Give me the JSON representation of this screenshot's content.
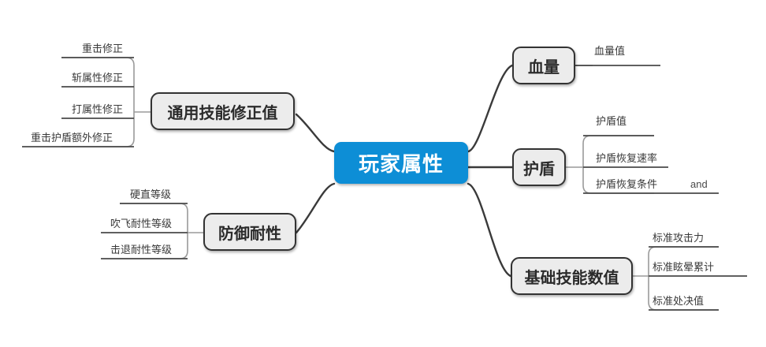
{
  "diagram": {
    "type": "mindmap",
    "title": "玩家属性",
    "colors": {
      "root_fill": "#0d8ed6",
      "root_text": "#ffffff",
      "branch_fill": "#ececec",
      "branch_border": "#333333",
      "edge": "#3a3a3a",
      "background": "#ffffff"
    },
    "root": {
      "label": "玩家属性"
    },
    "branches": [
      {
        "id": "general-skill-modifier",
        "label": "通用技能修正值",
        "side": "left",
        "leaves": [
          {
            "label": "重击修正"
          },
          {
            "label": "斩属性修正"
          },
          {
            "label": "打属性修正"
          },
          {
            "label": "重击护盾额外修正"
          }
        ]
      },
      {
        "id": "defense-resistance",
        "label": "防御耐性",
        "side": "left",
        "leaves": [
          {
            "label": "硬直等级"
          },
          {
            "label": "吹飞耐性等级"
          },
          {
            "label": "击退耐性等级"
          }
        ]
      },
      {
        "id": "health",
        "label": "血量",
        "side": "right",
        "leaves": [
          {
            "label": "血量值"
          }
        ]
      },
      {
        "id": "shield",
        "label": "护盾",
        "side": "right",
        "leaves": [
          {
            "label": "护盾值"
          },
          {
            "label": "护盾恢复速率"
          },
          {
            "label": "护盾恢复条件"
          }
        ]
      },
      {
        "id": "basic-skill-values",
        "label": "基础技能数值",
        "side": "right",
        "leaves": [
          {
            "label": "标准攻击力"
          },
          {
            "label": "标准眩晕累计"
          },
          {
            "label": "标准处决值"
          }
        ]
      }
    ],
    "annotations": [
      {
        "id": "and-note",
        "label": "and"
      }
    ]
  }
}
